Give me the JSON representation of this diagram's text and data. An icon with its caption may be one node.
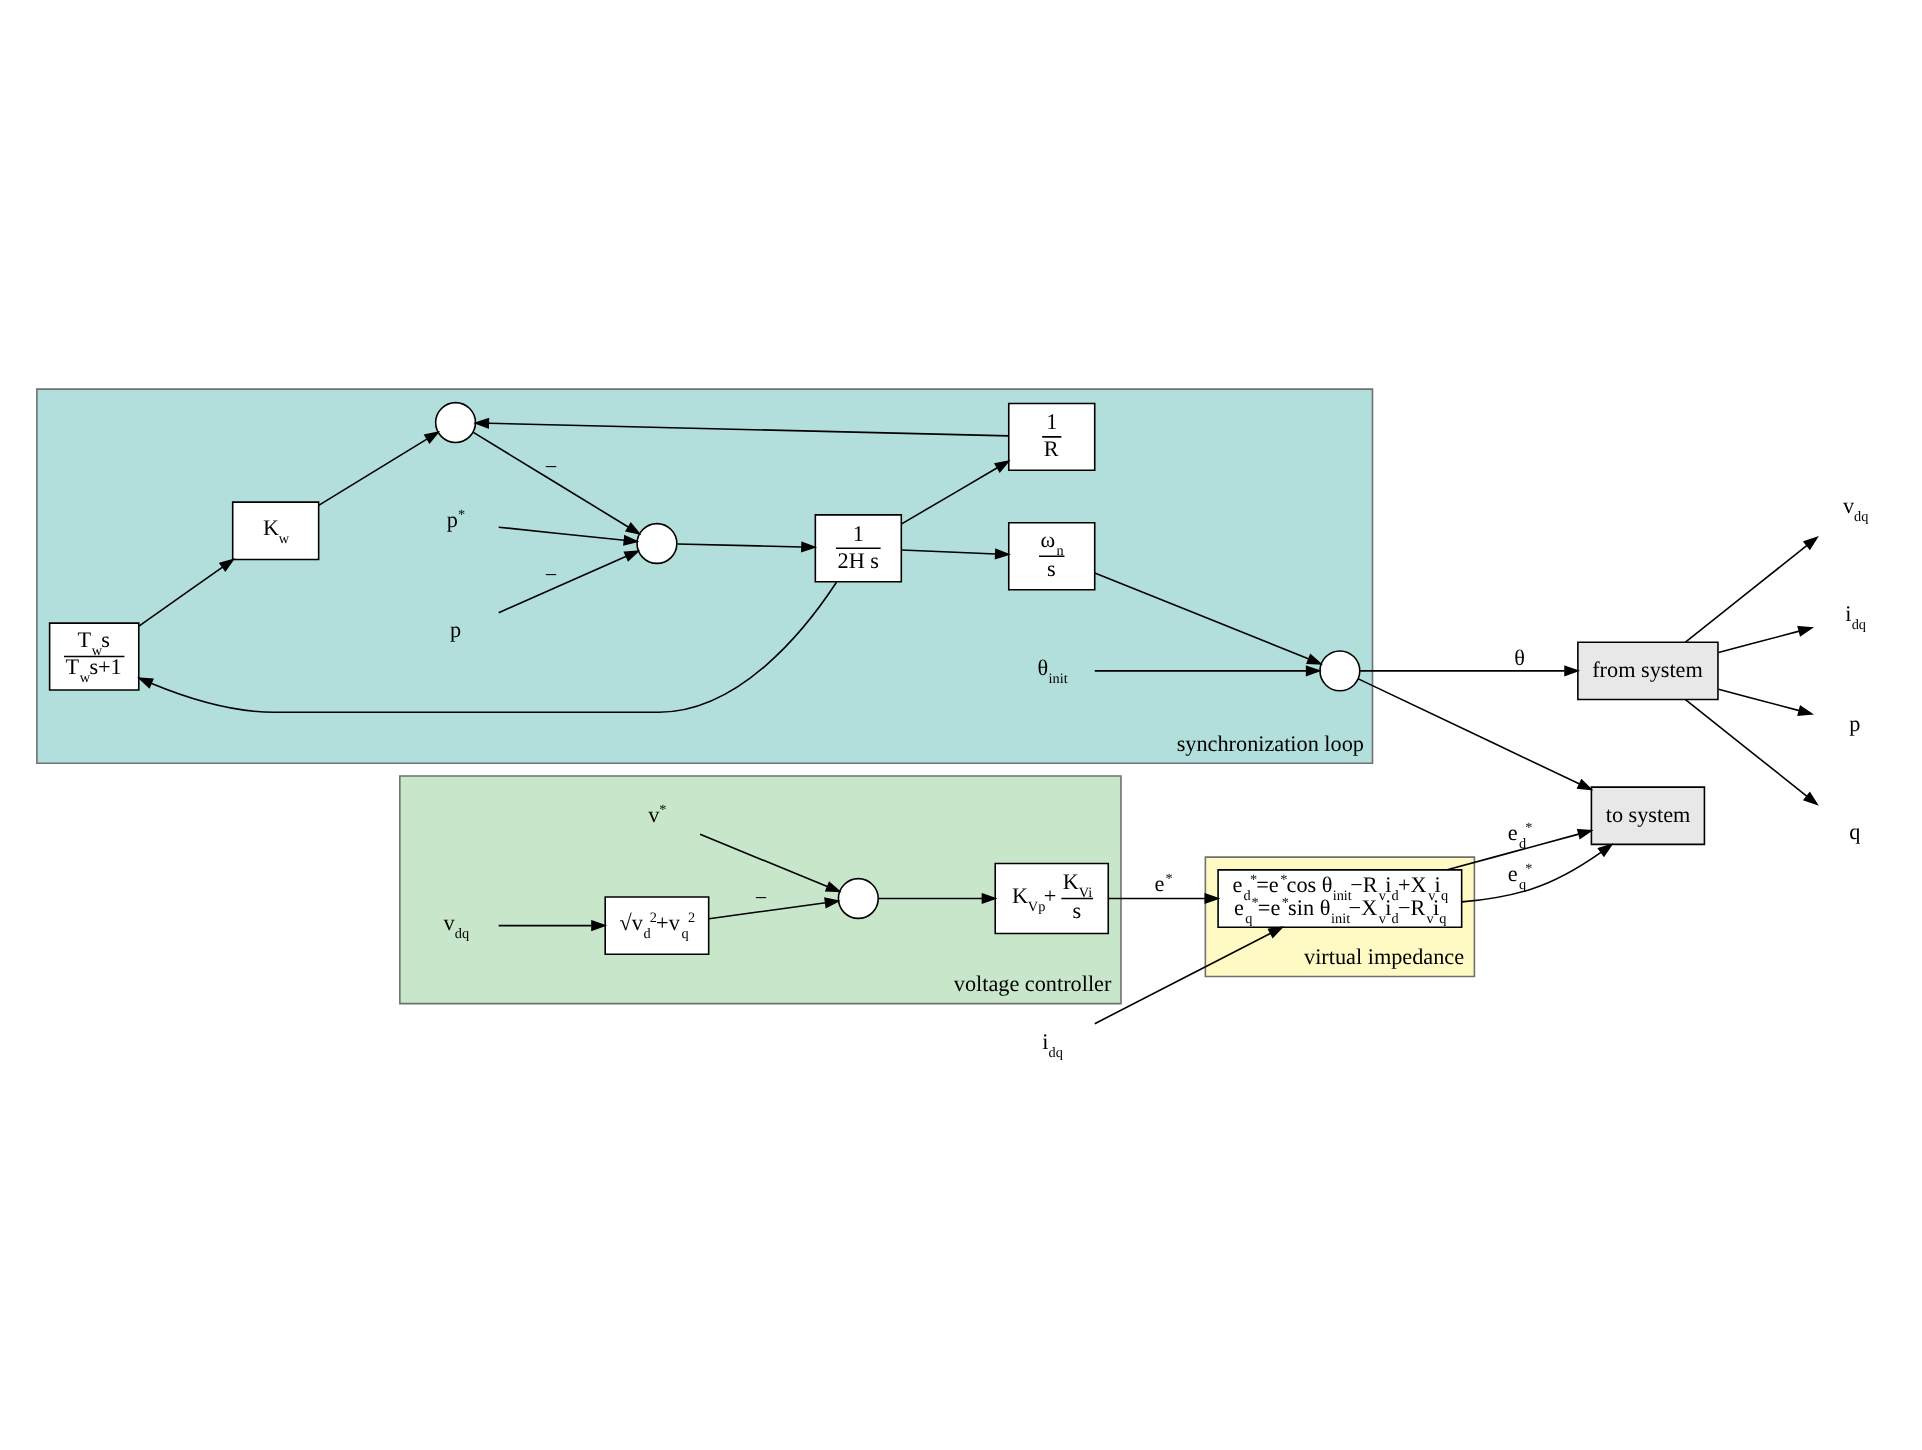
{
  "diagram": {
    "nodes": [
      {
        "text": [
          "synchronization loop"
        ]
      },
      {
        "text": [
          "T$_{w}$s",
          "T$_{w}$s+1"
        ],
        "in": 0
      },
      {
        "text": [
          "K$_{w}$"
        ],
        "in": 0
      },
      {
        "text": [],
        "shape": "circle",
        "in": 0
      },
      {
        "text": [
          "1",
          "R"
        ],
        "in": 0
      },
      {
        "text": [],
        "shape": "circle",
        "in": 0
      },
      {
        "text": [
          "p$^{*}$"
        ],
        "in": 0
      },
      {
        "text": [
          "p"
        ],
        "in": 0
      },
      {
        "text": [
          "1",
          "2H s"
        ],
        "in": 0
      },
      {
        "text": [
          "ω$_{n}$",
          "s"
        ],
        "in": 0
      },
      {
        "text": [
          "θ$_{init}$"
        ],
        "in": 0
      },
      {
        "text": [],
        "shape": "circle",
        "in": 0
      },
      {
        "text": [
          "from system"
        ]
      },
      {
        "text": [
          "v$_{dq}$"
        ]
      },
      {
        "text": [
          "i$_{dq}$"
        ]
      },
      {
        "text": [
          "p"
        ]
      },
      {
        "text": [
          "q"
        ]
      },
      {
        "text": [
          "to system"
        ]
      },
      {
        "text": [
          "voltage controller"
        ]
      },
      {
        "text": [
          "v$^{*}$"
        ],
        "in": 18
      },
      {
        "text": [],
        "shape": "circle",
        "in": 18
      },
      {
        "text": [
          "K$_{Vp}$+",
          "K$_{Vi}$",
          "s"
        ],
        "in": 18
      },
      {
        "text": [
          "√v$_{d}$$^{2}$+v$_{q}$$^{2}$"
        ],
        "in": 18
      },
      {
        "text": [
          "v$_{dq}$"
        ],
        "in": 18
      },
      {
        "text": [
          "virtual impedance"
        ]
      },
      {
        "text": [
          "e$_{d}$$^{*}$=e$^{*}$cos θ$_{init}$−R$_{v}$i$_{d}$+X$_{v}$i$_{q}$",
          "e$_{q}$$^{*}$=e$^{*}$sin θ$_{init}$−X$_{v}$i$_{d}$−R$_{v}$i$_{q}$"
        ],
        "in": 24
      },
      {
        "text": [
          "i$_{dq}$"
        ]
      }
    ],
    "edges": [
      {
        "from": 1,
        "to": 2,
        "arrow": "to"
      },
      {
        "from": 2,
        "to": 3,
        "arrow": "to"
      },
      {
        "from": 4,
        "to": 3,
        "arrow": "to"
      },
      {
        "from": 3,
        "to": 5,
        "arrow": "to",
        "label": "−"
      },
      {
        "from": 6,
        "to": 5,
        "arrow": "to"
      },
      {
        "from": 7,
        "to": 5,
        "arrow": "to",
        "label": "−"
      },
      {
        "from": 5,
        "to": 8,
        "arrow": "to"
      },
      {
        "from": 8,
        "to": 1,
        "arrow": "to"
      },
      {
        "from": 8,
        "to": 4,
        "arrow": "to"
      },
      {
        "from": 8,
        "to": 9,
        "arrow": "to"
      },
      {
        "from": 9,
        "to": 11,
        "arrow": "to"
      },
      {
        "from": 10,
        "to": 11,
        "arrow": "to"
      },
      {
        "from": 11,
        "to": 12,
        "arrow": "to",
        "label": "θ"
      },
      {
        "from": 11,
        "to": 17,
        "arrow": "to"
      },
      {
        "from": 12,
        "to": 13,
        "arrow": "to"
      },
      {
        "from": 12,
        "to": 14,
        "arrow": "to"
      },
      {
        "from": 12,
        "to": 15,
        "arrow": "to"
      },
      {
        "from": 12,
        "to": 16,
        "arrow": "to"
      },
      {
        "from": 19,
        "to": 20,
        "arrow": "to"
      },
      {
        "from": 22,
        "to": 20,
        "arrow": "to",
        "label": "−"
      },
      {
        "from": 23,
        "to": 22,
        "arrow": "to"
      },
      {
        "from": 20,
        "to": 21,
        "arrow": "to"
      },
      {
        "from": 21,
        "to": 25,
        "arrow": "to",
        "label": "e$^{*}$"
      },
      {
        "from": 26,
        "to": 25,
        "arrow": "to"
      },
      {
        "from": 25,
        "to": 17,
        "arrow": "to",
        "label": "e$_{d}$$^{*}$"
      },
      {
        "from": 25,
        "to": 17,
        "arrow": "to",
        "label": "e$_{q}$$^{*}$"
      }
    ]
  }
}
